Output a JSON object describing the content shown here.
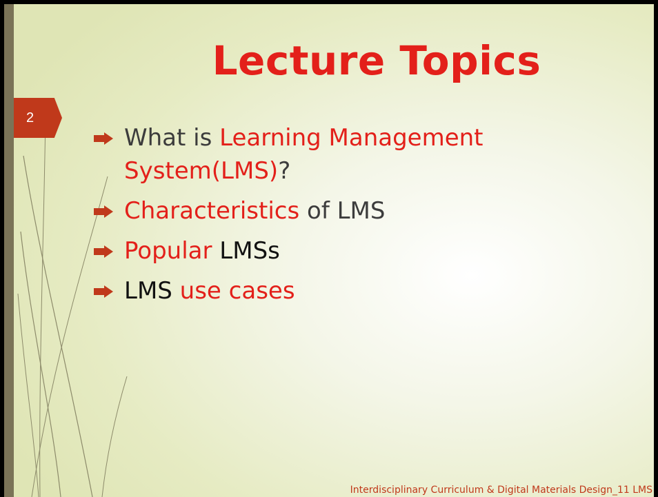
{
  "slide": {
    "number": "2",
    "title": "Lecture Topics",
    "bullets": [
      {
        "parts": [
          {
            "text": "What is ",
            "style": "gray"
          },
          {
            "text": "Learning Management System(LMS)",
            "style": "red"
          },
          {
            "text": "?",
            "style": "gray"
          }
        ]
      },
      {
        "parts": [
          {
            "text": "Characteristics",
            "style": "red"
          },
          {
            "text": " of LMS",
            "style": "gray"
          }
        ]
      },
      {
        "parts": [
          {
            "text": "Popular",
            "style": "red"
          },
          {
            "text": " LMSs",
            "style": "black"
          }
        ]
      },
      {
        "parts": [
          {
            "text": "LMS ",
            "style": "black"
          },
          {
            "text": "use cases",
            "style": "red"
          }
        ]
      }
    ],
    "footer": "Interdisciplinary Curriculum & Digital Materials Design_11 LMS"
  },
  "colors": {
    "accent": "#e3201a",
    "badge": "#c0391b",
    "left_bar": "#7a7357",
    "text": "#3c3c3c"
  }
}
